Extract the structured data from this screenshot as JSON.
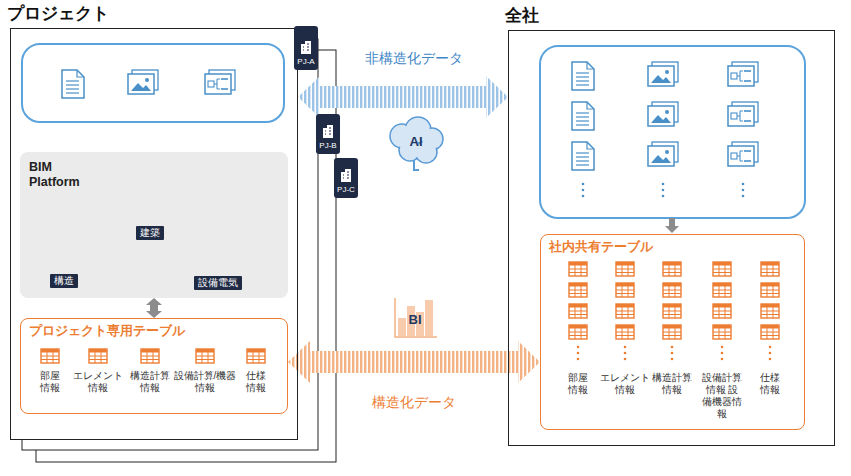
{
  "diagram": {
    "nodes": [
      {
        "text": [
          "プロジェクト"
        ]
      },
      {
        "text": [
          "PJ-A"
        ]
      },
      {
        "text": [
          "PJ-B"
        ]
      },
      {
        "text": [
          "PJ-C"
        ]
      },
      {
        "text": [
          "BIM Platform"
        ],
        "in": 0
      },
      {
        "text": [
          "建築"
        ],
        "in": 4
      },
      {
        "text": [
          "構造"
        ],
        "in": 4
      },
      {
        "text": [
          "設備電気"
        ],
        "in": 4
      },
      {
        "text": [
          "プロジェクト専用テーブル"
        ],
        "in": 0
      },
      {
        "text": [
          "全社"
        ]
      },
      {
        "text": [
          "社内共有テーブル"
        ],
        "in": 9
      }
    ],
    "edges": [
      {
        "from": 0,
        "to": 9,
        "label": "非構造化データ",
        "arrow": "both"
      },
      {
        "from": 4,
        "to": 8,
        "arrow": "both"
      },
      {
        "from": 8,
        "to": 10,
        "label": "構造化データ",
        "arrow": "both"
      }
    ],
    "labels": [
      "AI",
      "BI",
      "部屋情報",
      "エレメント情報",
      "構造計算情報",
      "設備計算/機器情報",
      "仕様情報",
      "部屋情報",
      "エレメント情報",
      "構造計算情報",
      "設備計算情報 設備機器情報",
      "仕様情報"
    ]
  }
}
